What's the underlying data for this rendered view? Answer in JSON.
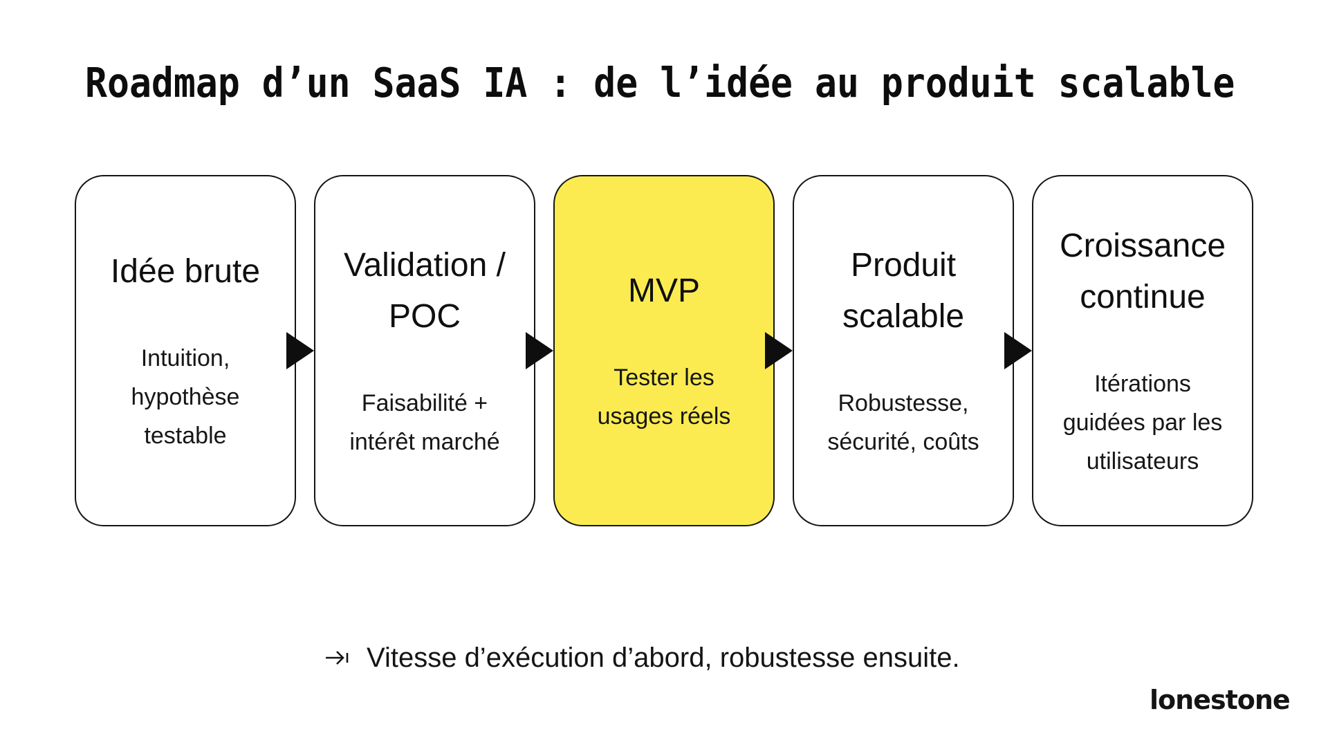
{
  "title": "Roadmap d’un SaaS IA : de l’idée au produit scalable",
  "stages": [
    {
      "title": "Idée brute",
      "description": "Intuition,\nhypothèse\ntestable",
      "highlighted": false
    },
    {
      "title": "Validation /\nPOC",
      "description": "Faisabilité +\nintérêt marché",
      "highlighted": false
    },
    {
      "title": "MVP",
      "description": "Tester les\nusages réels",
      "highlighted": true
    },
    {
      "title": "Produit\nscalable",
      "description": "Robustesse,\nsécurité, coûts",
      "highlighted": false
    },
    {
      "title": "Croissance\ncontinue",
      "description": "Itérations\nguidées par les\nutilisateurs",
      "highlighted": false
    }
  ],
  "note": {
    "icon": "arrow-to-bar-icon",
    "text": "Vitesse d’exécution d’abord, robustesse ensuite."
  },
  "logo_text": "lonestone",
  "colors": {
    "background": "#FFFFFF",
    "text": "#111111",
    "border": "#141414",
    "highlight": "#FBEB51",
    "arrow": "#0E0E0E"
  }
}
